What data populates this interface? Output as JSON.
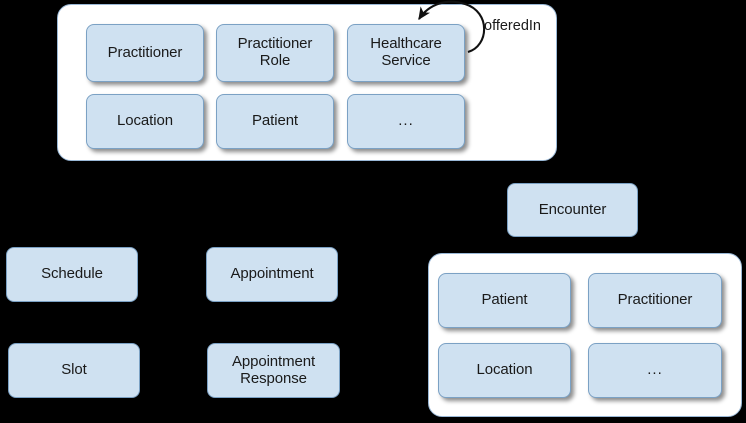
{
  "diagram": {
    "background_color": "#000000",
    "panel_color": "#ffffff",
    "box_fill_color": "#cfe1f1",
    "box_border_color": "#7ba1c4",
    "text_color": "#1a1a1a",
    "groups": [
      {
        "id": "scheduling-context-group",
        "name": "top-resource-group",
        "boxes": [
          {
            "label": "Practitioner"
          },
          {
            "label": "Practitioner\nRole"
          },
          {
            "label": "Healthcare\nService"
          },
          {
            "label": "Location"
          },
          {
            "label": "Patient"
          },
          {
            "label": "..."
          }
        ]
      },
      {
        "id": "encounter-context-group",
        "name": "encounter-resource-group",
        "boxes": [
          {
            "label": "Patient"
          },
          {
            "label": "Practitioner"
          },
          {
            "label": "Location"
          },
          {
            "label": "..."
          }
        ]
      }
    ],
    "standalone_boxes": [
      {
        "label": "Encounter"
      },
      {
        "label": "Schedule"
      },
      {
        "label": "Appointment"
      },
      {
        "label": "Slot"
      },
      {
        "label": "Appointment\nResponse"
      }
    ],
    "edges": [
      {
        "label": "offeredIn",
        "from": "Healthcare Service",
        "to": "Healthcare Service",
        "kind": "self-loop"
      }
    ]
  }
}
